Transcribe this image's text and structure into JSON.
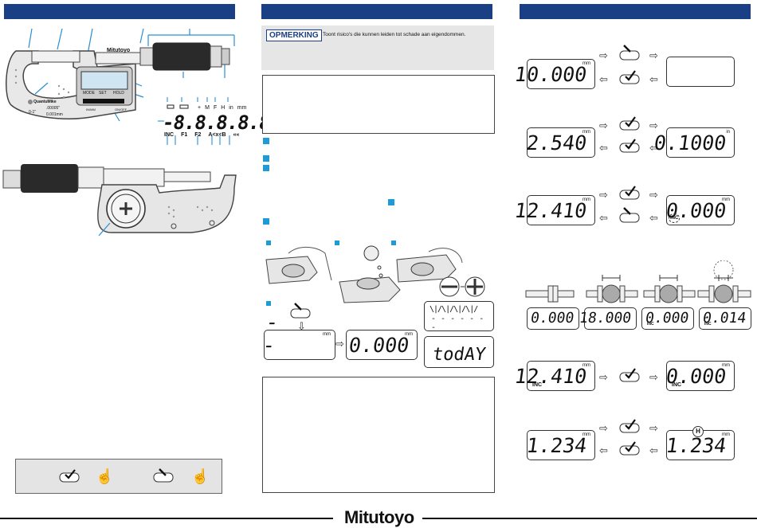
{
  "note": {
    "label": "OPMERKING",
    "text": "Toont risico's die kunnen leiden tot schade aan eigendommen."
  },
  "brand": "Mitutoyo",
  "micrometer": {
    "model": "QuantuMike",
    "range": "0-1\"",
    "resolution_in": ".00005\"",
    "resolution_mm": "0.001mm",
    "buttons": [
      "MODE",
      "SET",
      "HOLD"
    ],
    "mark_left": "IN/MM",
    "mark_right": "ON/OFF"
  },
  "display_legend": {
    "top_marks": [
      "+",
      "M",
      "F",
      "H",
      "in",
      "mm"
    ],
    "digits": "-8.8.8.8.8.8",
    "bottom_marks": [
      "INC",
      "F1",
      "F2",
      "A<x<B",
      "««"
    ]
  },
  "battery_steps": {
    "step_displays": [
      "- -",
      "0.000",
      "todAY"
    ],
    "segment_pattern_top": "\\|/\\|/\\|/\\|/",
    "segment_pattern_mid": "- - - - - - -"
  },
  "right_panel": {
    "row1": {
      "left": "10.000",
      "left_unit": "mm",
      "right": ""
    },
    "row2": {
      "left": "2.540",
      "left_unit": "mm",
      "right": "0.1000",
      "right_unit": "in"
    },
    "row3": {
      "left": "12.410",
      "left_unit": "mm",
      "right": "0.000",
      "right_unit": "mm",
      "right_badge": "INC"
    },
    "row4": [
      "0.000",
      "18.000",
      "0.000",
      "0.014"
    ],
    "row4_inc": [
      "",
      "",
      "INC",
      "INC"
    ],
    "row4_sign": [
      "",
      "",
      "",
      "-"
    ],
    "row5": {
      "left": "12.410",
      "left_unit": "mm",
      "left_inc": "INC",
      "right": "0.000",
      "right_unit": "mm",
      "right_inc": "INC"
    },
    "row6": {
      "left": "1.234",
      "left_unit": "mm",
      "right": "1.234",
      "right_unit": "mm",
      "right_badge": "H"
    }
  },
  "colors": {
    "header_bar": "#1b3f84",
    "accent": "#1e9bd7"
  }
}
